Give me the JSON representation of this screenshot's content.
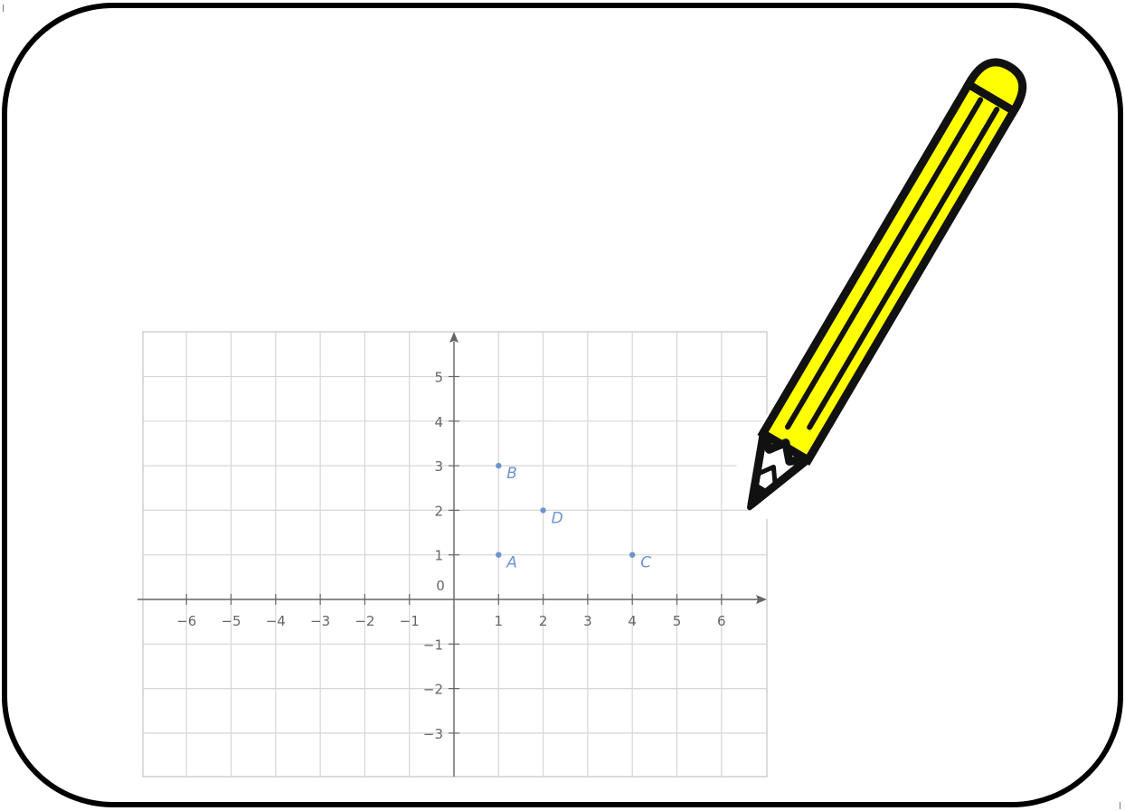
{
  "colors": {
    "frame": "#000000",
    "grid": "#d6d6d6",
    "axis": "#666666",
    "point": "#6d94cf",
    "pencil_body": "#ffff00",
    "pencil_outline": "#111111"
  },
  "icons": {
    "pencil": "pencil-icon"
  },
  "chart_data": {
    "type": "scatter",
    "xlim": [
      -7,
      7
    ],
    "ylim": [
      -4,
      6
    ],
    "grid": true,
    "x_ticks": [
      "−6",
      "−5",
      "−4",
      "−3",
      "−2",
      "−1",
      "1",
      "2",
      "3",
      "4",
      "5",
      "6"
    ],
    "y_ticks": [
      "5",
      "4",
      "3",
      "2",
      "1",
      "−1",
      "−2",
      "−3"
    ],
    "origin_label": "0",
    "points": [
      {
        "label": "A",
        "x": 1,
        "y": 1
      },
      {
        "label": "B",
        "x": 1,
        "y": 3
      },
      {
        "label": "C",
        "x": 4,
        "y": 1
      },
      {
        "label": "D",
        "x": 2,
        "y": 2
      }
    ]
  }
}
